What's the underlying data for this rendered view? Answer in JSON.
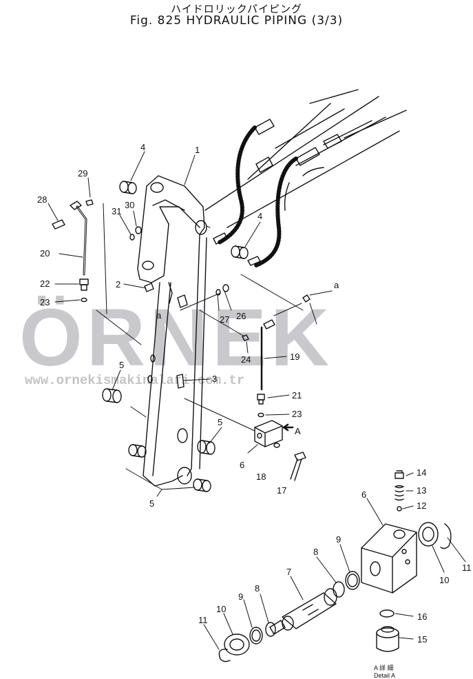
{
  "title_jp": "ハイドロリックパイピング",
  "title_en": "Fig. 825   HYDRAULIC PIPING (3/3)",
  "watermark": {
    "brand": "ÖRNEK",
    "url": "www.ornekismakinalari.com.tr",
    "color": "#c9c9cd"
  },
  "labels": {
    "p1": "1",
    "p2": "2",
    "p3": "3",
    "p4a": "4",
    "p4b": "4",
    "p5a": "5",
    "p5b": "5",
    "p5c": "5",
    "p6a": "6",
    "p6b": "6",
    "p7": "7",
    "p8a": "8",
    "p8b": "8",
    "p9a": "9",
    "p9b": "9",
    "p10a": "10",
    "p10b": "10",
    "p11a": "11",
    "p11b": "11",
    "p12": "12",
    "p13": "13",
    "p14": "14",
    "p15": "15",
    "p16": "16",
    "p17": "17",
    "p18": "18",
    "p19": "19",
    "p20": "20",
    "p21": "21",
    "p22": "22",
    "p23a": "23",
    "p23b": "23",
    "p24": "24",
    "p26": "26",
    "p27": "27",
    "p28": "28",
    "p29": "29",
    "p30": "30",
    "p31": "31",
    "ref_a1": "a",
    "ref_a2": "a",
    "ref_A": "A"
  },
  "detail_caption": {
    "jp": "A 詳 細",
    "en": "Detail A"
  }
}
